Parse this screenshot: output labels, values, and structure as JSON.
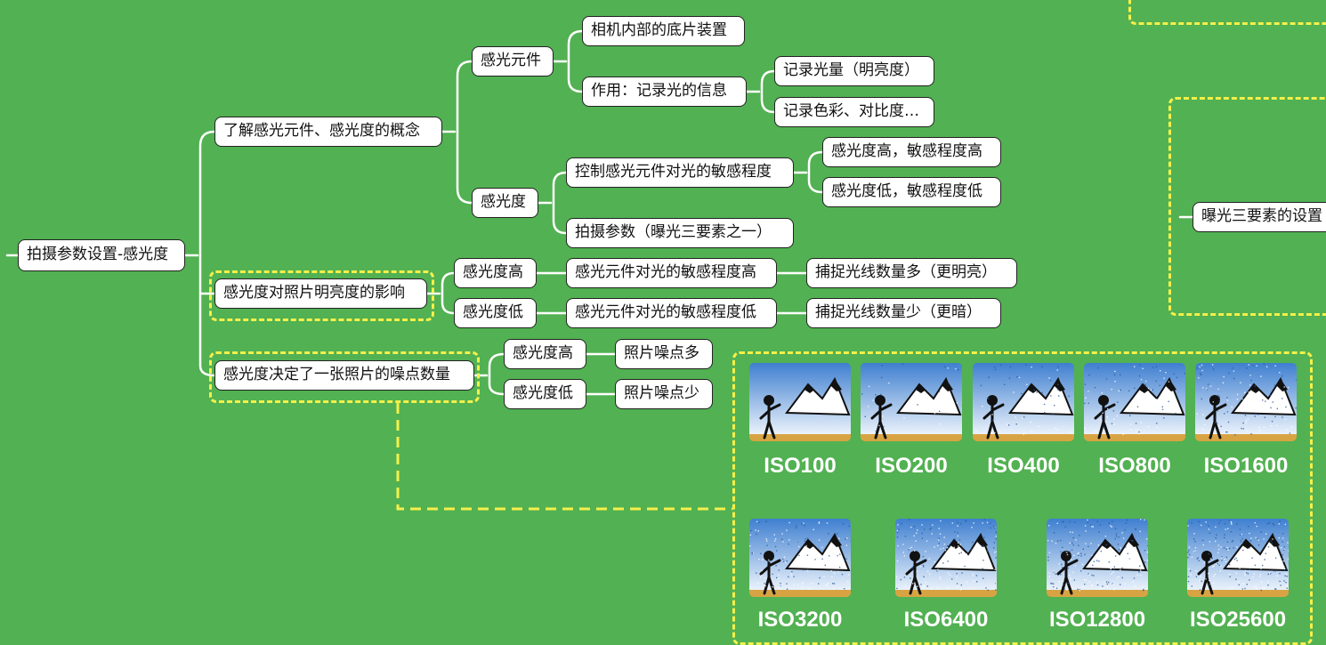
{
  "root": "拍摄参数设置-感光度",
  "branch1": {
    "label": "了解感光元件、感光度的概念",
    "element": {
      "label": "感光元件",
      "item1": "相机内部的底片装置",
      "role": "作用：记录光的信息",
      "role_items": [
        "记录光量（明亮度）",
        "记录色彩、对比度…"
      ]
    },
    "iso": {
      "label": "感光度",
      "control": "控制感光元件对光的敏感程度",
      "control_items": [
        "感光度高，敏感程度高",
        "感光度低，敏感程度低"
      ],
      "param": "拍摄参数（曝光三要素之一）"
    }
  },
  "branch2": {
    "label": "感光度对照片明亮度的影响",
    "rows": [
      {
        "level": "感光度高",
        "sensitivity": "感光元件对光的敏感程度高",
        "result": "捕捉光线数量多（更明亮）"
      },
      {
        "level": "感光度低",
        "sensitivity": "感光元件对光的敏感程度低",
        "result": "捕捉光线数量少（更暗）"
      }
    ]
  },
  "branch3": {
    "label": "感光度决定了一张照片的噪点数量",
    "rows": [
      {
        "level": "感光度高",
        "result": "照片噪点多"
      },
      {
        "level": "感光度低",
        "result": "照片噪点少"
      }
    ]
  },
  "side_node": "曝光三要素的设置",
  "iso_samples": [
    "ISO100",
    "ISO200",
    "ISO400",
    "ISO800",
    "ISO1600",
    "ISO3200",
    "ISO6400",
    "ISO12800",
    "ISO25600"
  ],
  "colors": {
    "background": "#52b152",
    "dash": "#f4f04a",
    "line": "#ffffff"
  }
}
